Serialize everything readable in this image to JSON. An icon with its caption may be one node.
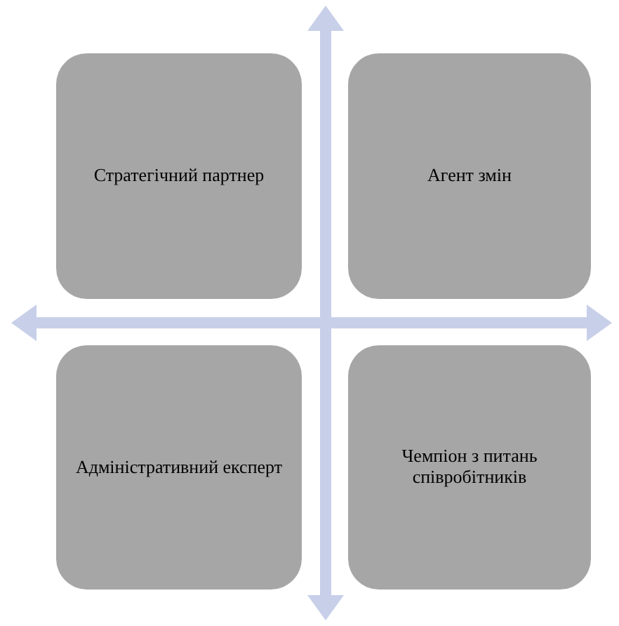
{
  "diagram": {
    "nodes": [
      {
        "text": [
          "Стратегічний партнер"
        ]
      },
      {
        "text": [
          "Агент змін"
        ]
      },
      {
        "text": [
          "Адміністративний експерт"
        ]
      },
      {
        "text": [
          "Чемпіон з питань співробітників"
        ]
      }
    ]
  }
}
